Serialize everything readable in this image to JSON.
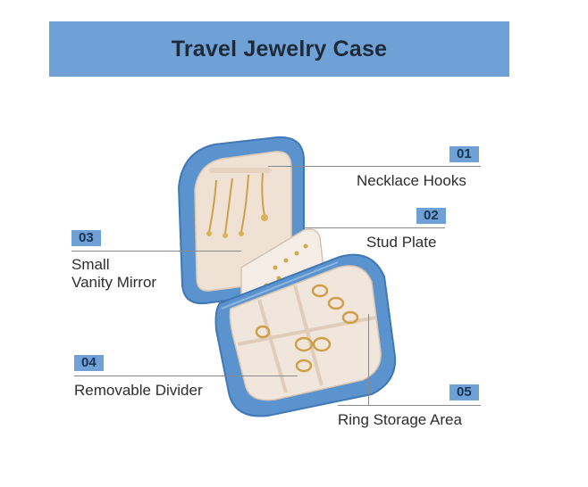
{
  "header": {
    "title": "Travel Jewelry Case"
  },
  "callouts": [
    {
      "number": "01",
      "label": "Necklace Hooks"
    },
    {
      "number": "02",
      "label": "Stud Plate"
    },
    {
      "number": "03",
      "label_line1": "Small",
      "label_line2": "Vanity Mirror"
    },
    {
      "number": "04",
      "label": "Removable Divider"
    },
    {
      "number": "05",
      "label": "Ring Storage Area"
    }
  ],
  "colors": {
    "banner": "#6fa1d6",
    "case_blue": "#5b93cf",
    "interior": "#f1e6dc"
  }
}
